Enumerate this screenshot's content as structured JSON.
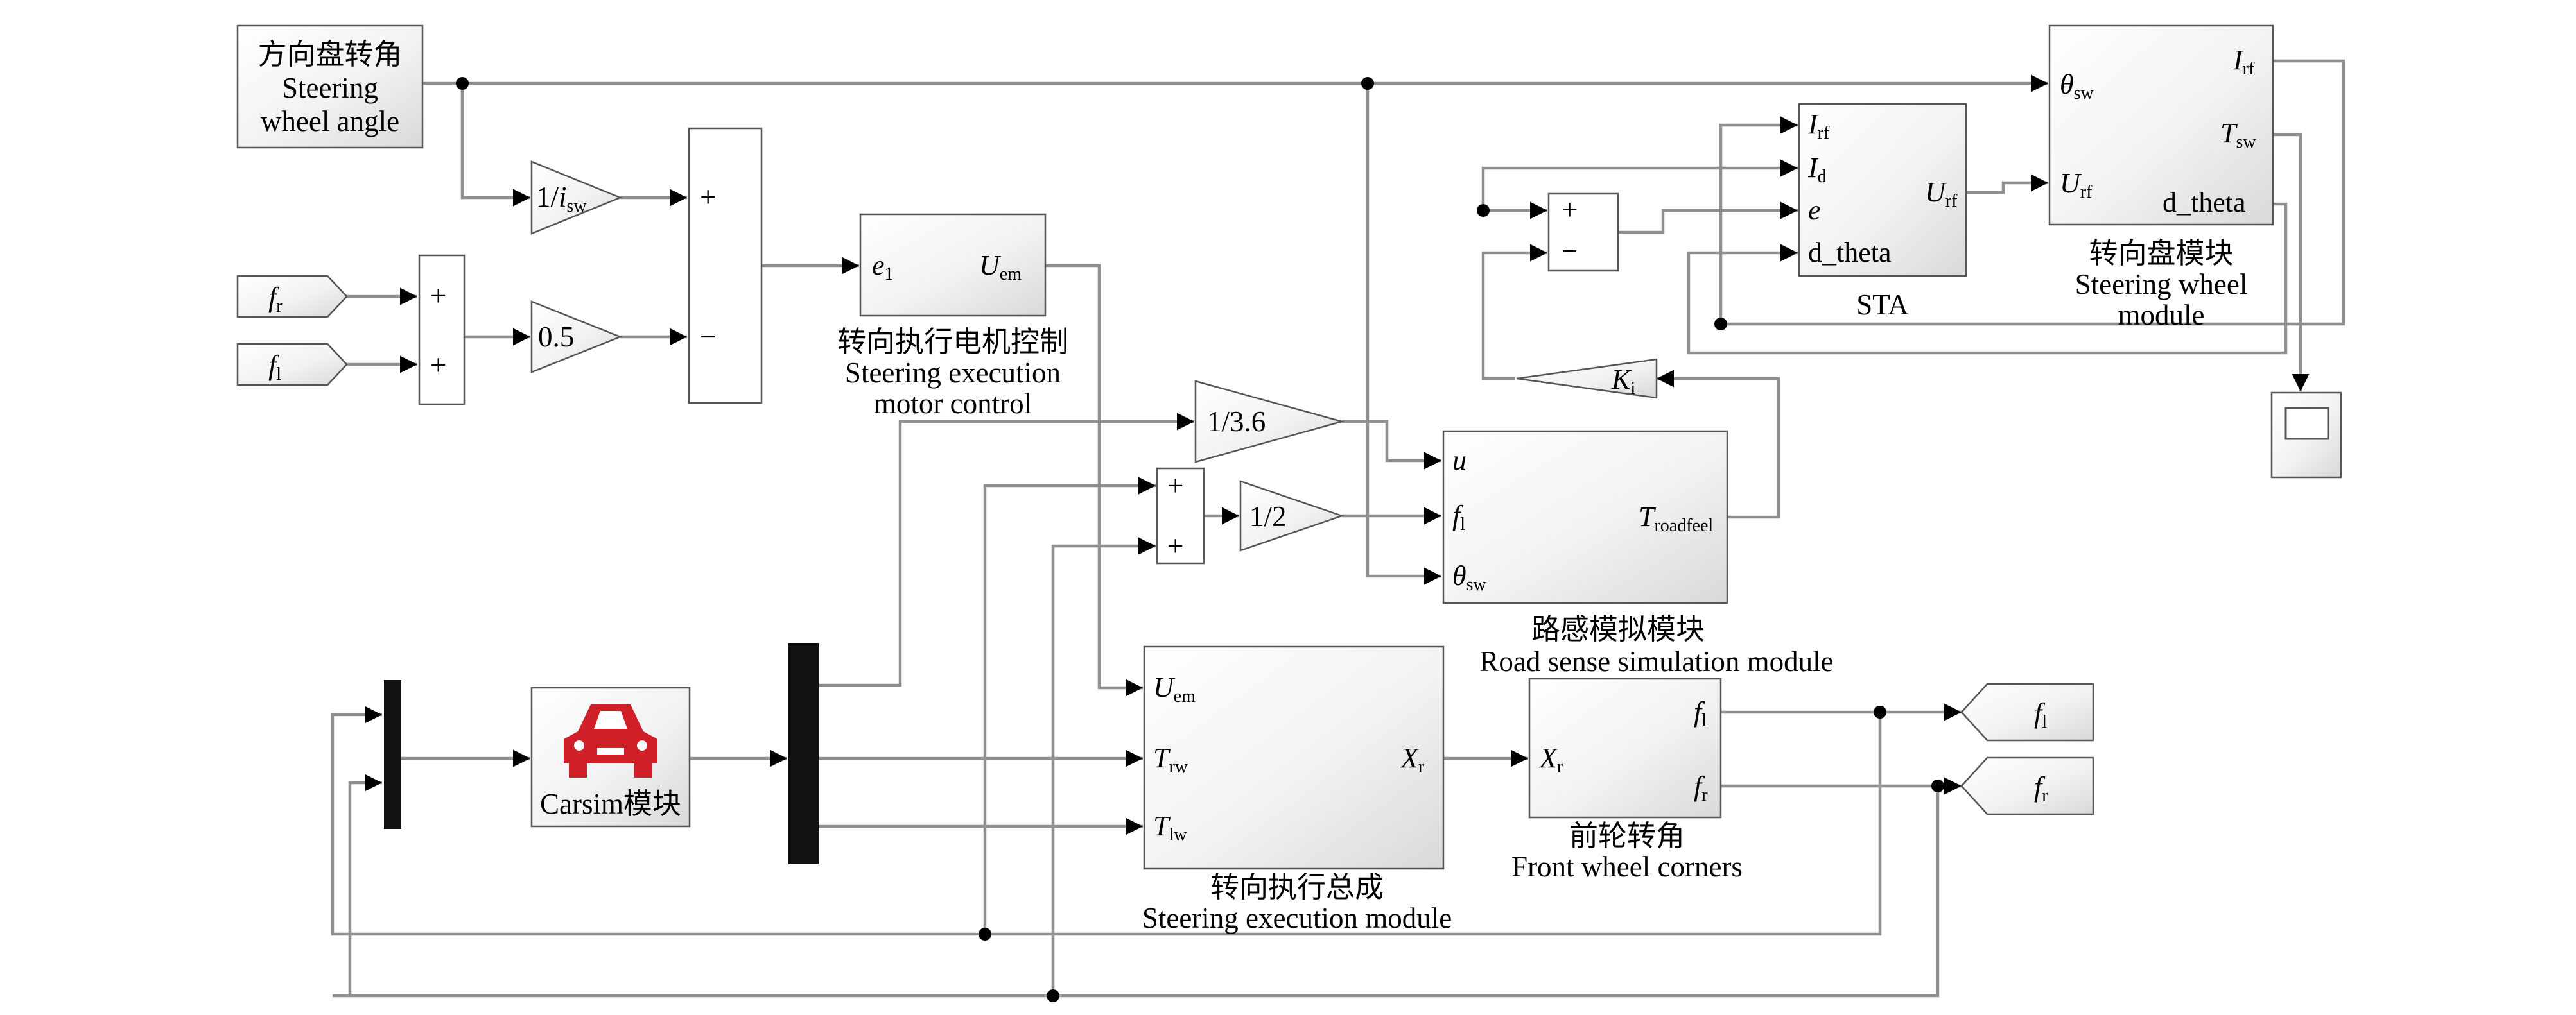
{
  "blocks": {
    "steering_wheel_angle": {
      "zh": "方向盘转角",
      "en1": "Steering",
      "en2": "wheel angle"
    },
    "gain_isw": {
      "pre": "1/",
      "var": "i",
      "sub": "sw"
    },
    "gain_05": {
      "label": "0.5"
    },
    "gain_36": {
      "label": "1/3.6"
    },
    "gain_half": {
      "label": "1/2"
    },
    "gain_ki": {
      "var": "K",
      "sub": "i"
    },
    "sum_main": {
      "plus": "+",
      "minus": "−"
    },
    "sum_f": {
      "s1": "+",
      "s2": "+"
    },
    "sum_mid": {
      "s1": "+",
      "s2": "+"
    },
    "sum_sta": {
      "s1": "+",
      "s2": "−"
    },
    "in_fr": {
      "var": "f",
      "sub": "r"
    },
    "in_fl": {
      "var": "f",
      "sub": "l"
    },
    "out_fl": {
      "var": "f",
      "sub": "l"
    },
    "out_fr": {
      "var": "f",
      "sub": "r"
    },
    "motor_ctrl": {
      "in_var": "e",
      "in_sub": "1",
      "out_var": "U",
      "out_sub": "em",
      "zh": "转向执行电机控制",
      "en1": "Steering execution",
      "en2": "motor control"
    },
    "sta": {
      "p1_var": "I",
      "p1_sub": "rf",
      "p2_var": "I",
      "p2_sub": "d",
      "p3": "e",
      "p4": "d_theta",
      "out_var": "U",
      "out_sub": "rf",
      "caption": "STA"
    },
    "steering_wheel_module": {
      "in1_var": "θ",
      "in1_sub": "sw",
      "in2_var": "U",
      "in2_sub": "rf",
      "out1_var": "I",
      "out1_sub": "rf",
      "out2_var": "T",
      "out2_sub": "sw",
      "out3": "d_theta",
      "zh": "转向盘模块",
      "en1": "Steering wheel",
      "en2": "module"
    },
    "road_sense": {
      "in1": "u",
      "in2_var": "f",
      "in2_sub": "l",
      "in3_var": "θ",
      "in3_sub": "sw",
      "out_var": "T",
      "out_sub": "roadfeel",
      "zh": "路感模拟模块",
      "en": "Road sense simulation module"
    },
    "steering_exec": {
      "in1_var": "U",
      "in1_sub": "em",
      "in2_var": "T",
      "in2_sub": "rw",
      "in3_var": "T",
      "in3_sub": "lw",
      "out_var": "X",
      "out_sub": "r",
      "zh": "转向执行总成",
      "en": "Steering execution module"
    },
    "front_wheel": {
      "in_var": "X",
      "in_sub": "r",
      "out1_var": "f",
      "out1_sub": "l",
      "out2_var": "f",
      "out2_sub": "r",
      "zh": "前轮转角",
      "en": "Front wheel corners"
    },
    "carsim": {
      "label": "Carsim模块",
      "icon": "car-icon",
      "icon_color": "#d0202a"
    }
  }
}
